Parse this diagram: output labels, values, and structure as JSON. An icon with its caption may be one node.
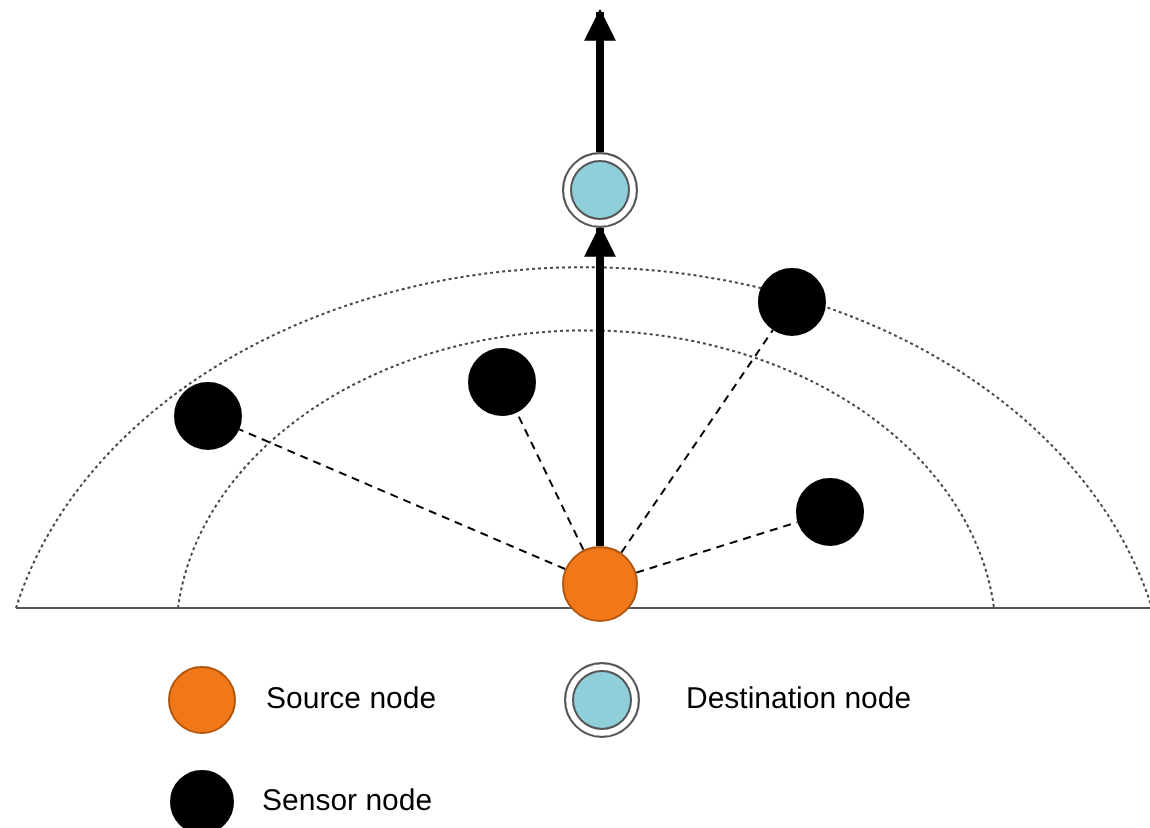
{
  "diagram": {
    "nodes": [
      {
        "text": [],
        "shape": "circle"
      },
      {
        "text": [],
        "shape": "circle"
      },
      {
        "text": [],
        "shape": "circle"
      },
      {
        "text": [],
        "shape": "circle"
      },
      {
        "text": [],
        "shape": "circle"
      },
      {
        "text": [],
        "shape": "circle"
      }
    ],
    "edges": [
      {
        "from": 3,
        "to": 2,
        "arrow": "to",
        "style": "thick"
      },
      {
        "from": 2,
        "to": null,
        "arrow": "to",
        "style": "thick"
      },
      {
        "from": 3,
        "to": 0,
        "arrow": "none",
        "style": "dashed"
      },
      {
        "from": 3,
        "to": 1,
        "arrow": "none",
        "style": "dashed"
      },
      {
        "from": 3,
        "to": 4,
        "arrow": "none",
        "style": "dashed"
      },
      {
        "from": 3,
        "to": 5,
        "arrow": "none",
        "style": "dashed"
      }
    ],
    "legend": [
      {
        "text": "Source node"
      },
      {
        "text": "Destination node"
      },
      {
        "text": "Sensor node"
      }
    ]
  }
}
